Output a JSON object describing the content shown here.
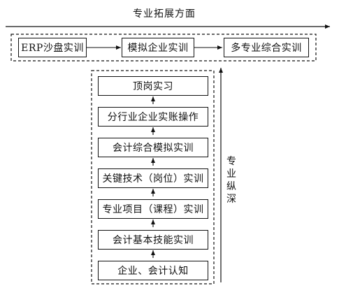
{
  "diagram": {
    "top_arrow_label": "专业拓展方面",
    "side_arrow_label": "专业纵深",
    "horizontal_boxes": [
      "ERP沙盘实训",
      "模拟企业实训",
      "多专业综合实训"
    ],
    "vertical_boxes": [
      "顶岗实习",
      "分行业企业实账操作",
      "会计综合模拟实训",
      "关键技术（岗位）实训",
      "专业项目（课程）实训",
      "会计基本技能实训",
      "企业、会计认知"
    ]
  }
}
